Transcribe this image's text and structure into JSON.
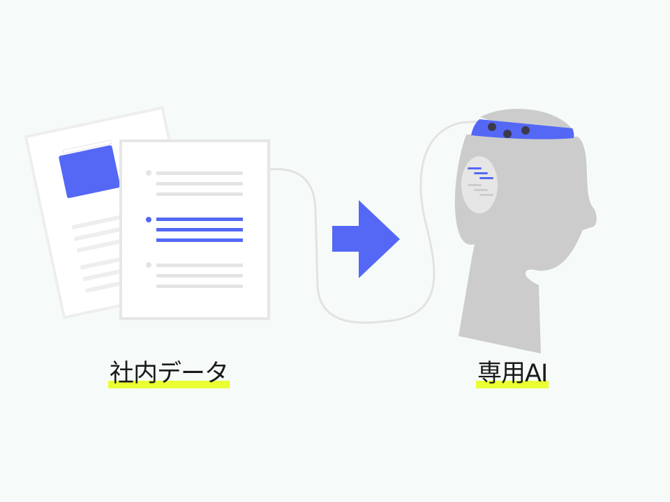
{
  "labels": {
    "source": "社内データ",
    "target": "専用AI"
  },
  "icons": {
    "source": "documents-icon",
    "arrow": "arrow-right-icon",
    "target": "ai-head-icon",
    "connector": "cable-connector"
  },
  "colors": {
    "background": "#f6fbf9",
    "accent": "#5468f5",
    "highlight": "#eafe34",
    "gray_shape": "#cccccc",
    "light_gray": "#e4e4e4",
    "dot_dark": "#3b3a4d",
    "text": "#1a1a1a"
  }
}
